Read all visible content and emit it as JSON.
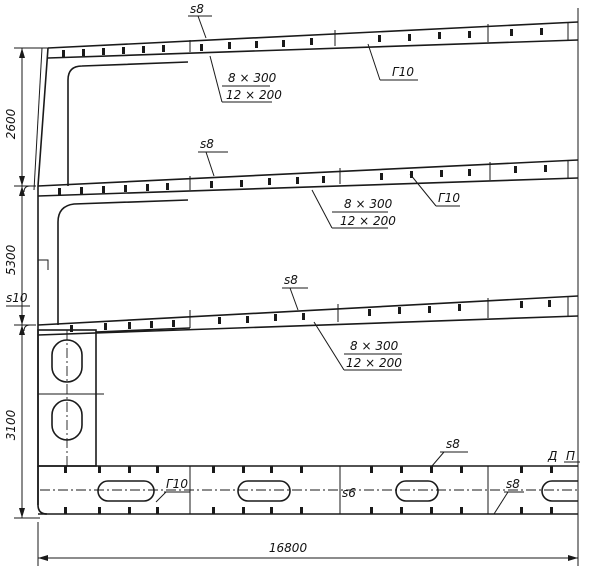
{
  "drawing": {
    "dimensions": {
      "height_top": "2600",
      "height_middle": "5300",
      "height_bottom": "3100",
      "overall_length": "16800"
    },
    "decks": [
      {
        "plate": "s8",
        "stiffener": "Г10",
        "girder_web": "8 × 300",
        "girder_flange": "12 × 200"
      },
      {
        "plate": "s8",
        "stiffener": "Г10",
        "girder_web": "8 × 300",
        "girder_flange": "12 × 200"
      },
      {
        "plate": "s8",
        "girder_web": "8 × 300",
        "girder_flange": "12 × 200"
      }
    ],
    "side_plate": "s10",
    "bottom": {
      "top_plate": "s8",
      "floor_plate": "s6",
      "bottom_plate": "s8",
      "stiffener": "Г10",
      "mark_d": "Д",
      "mark_p": "П"
    }
  }
}
